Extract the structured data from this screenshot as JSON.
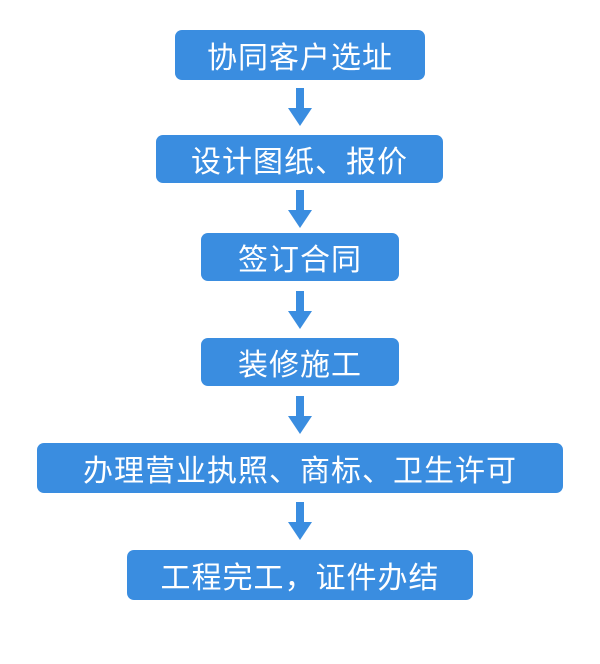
{
  "flow": {
    "steps": [
      {
        "label": "协同客户选址"
      },
      {
        "label": "设计图纸、报价"
      },
      {
        "label": "签订合同"
      },
      {
        "label": "装修施工"
      },
      {
        "label": "办理营业执照、商标、卫生许可"
      },
      {
        "label": "工程完工，证件办结"
      }
    ]
  },
  "colors": {
    "box": "#3a8de0",
    "text": "#ffffff",
    "arrow": "#3a8de0"
  },
  "icons": {
    "connector": "arrow-down-icon"
  }
}
